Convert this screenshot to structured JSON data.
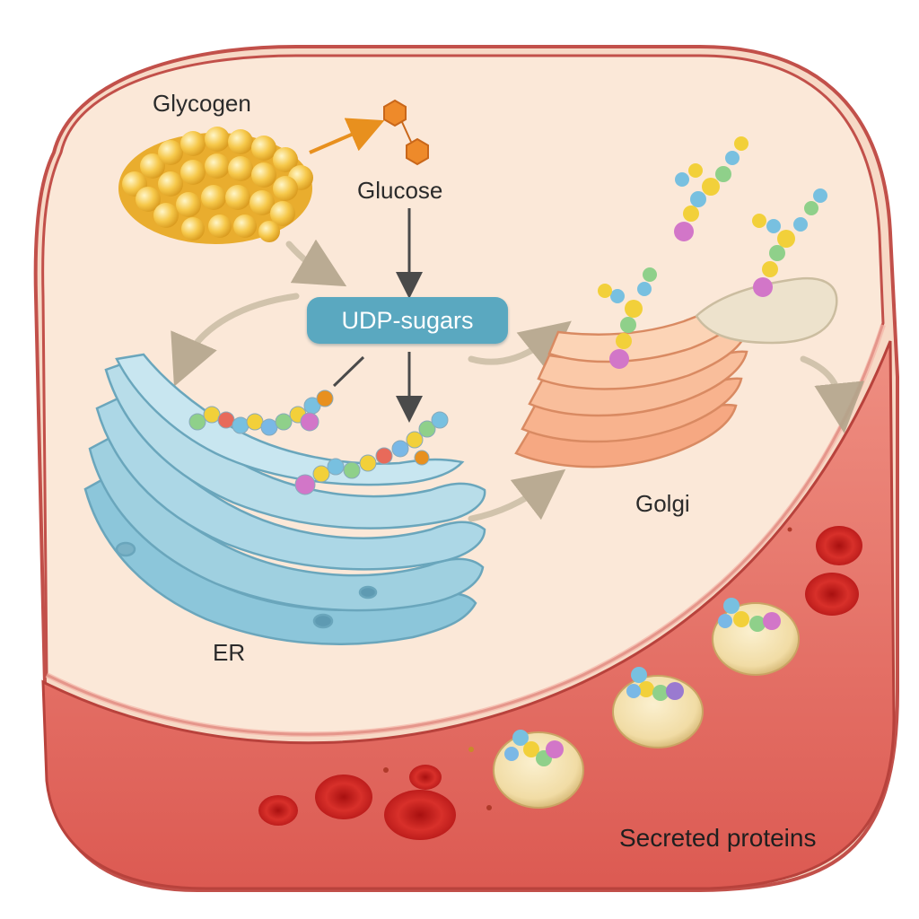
{
  "labels": {
    "glycogen": "Glycogen",
    "glucose": "Glucose",
    "udp_sugars": "UDP-sugars",
    "golgi": "Golgi",
    "er": "ER",
    "secreted_proteins": "Secreted proteins"
  },
  "colors": {
    "cytoplasm": "#fae6d6",
    "membrane_outline": "#c2504a",
    "blood_vessel": "#e36b60",
    "red_blood_cell": "#c91e1e",
    "er": "#9fd0e0",
    "golgi": "#f4b08a",
    "glycogen": "#f5c54a",
    "glucose": "#ee8a2a",
    "udp_badge": "#5aa8c0",
    "arrow_dark": "#4a4a4a",
    "arrow_curved": "#cdbfa8"
  },
  "icons": [
    "glycogen-granule-icon",
    "glucose-hexagon-icon",
    "glycan-chain-icon",
    "vesicle-icon",
    "red-blood-cell-icon"
  ]
}
